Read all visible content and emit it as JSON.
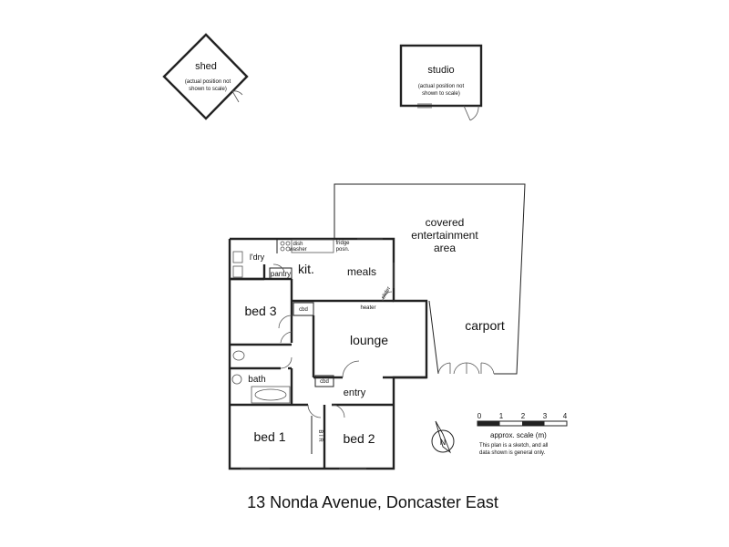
{
  "outbuildings": {
    "shed": {
      "label": "shed",
      "note_line1": "(actual position not",
      "note_line2": "shown to scale)"
    },
    "studio": {
      "label": "studio",
      "note_line1": "(actual position not",
      "note_line2": "shown to scale)"
    }
  },
  "rooms": {
    "covered_line1": "covered",
    "covered_line2": "entertainment",
    "covered_line3": "area",
    "carport": "carport",
    "kitchen": "kit.",
    "meals": "meals",
    "laundry": "l'dry",
    "pantry": "pantry",
    "bed3": "bed 3",
    "cbd_upper": "cbd",
    "cbd_lower": "cbd",
    "lounge": "lounge",
    "heater": "heater",
    "bath": "bath",
    "entry": "entry",
    "bed1": "bed 1",
    "bed2": "bed 2",
    "bir": "B I R",
    "fridge_line1": "fridge",
    "fridge_line2": "posn.",
    "wash_line1": "dish",
    "wash_line2": "washer",
    "slider": "slider"
  },
  "scale": {
    "ticks": [
      "0",
      "1",
      "2",
      "3",
      "4"
    ],
    "label": "approx. scale (m)",
    "disclaimer_line1": "This plan is a sketch, and all",
    "disclaimer_line2": "data shown is general only."
  },
  "compass": {
    "letter": "N"
  },
  "address": "13 Nonda Avenue, Doncaster East"
}
